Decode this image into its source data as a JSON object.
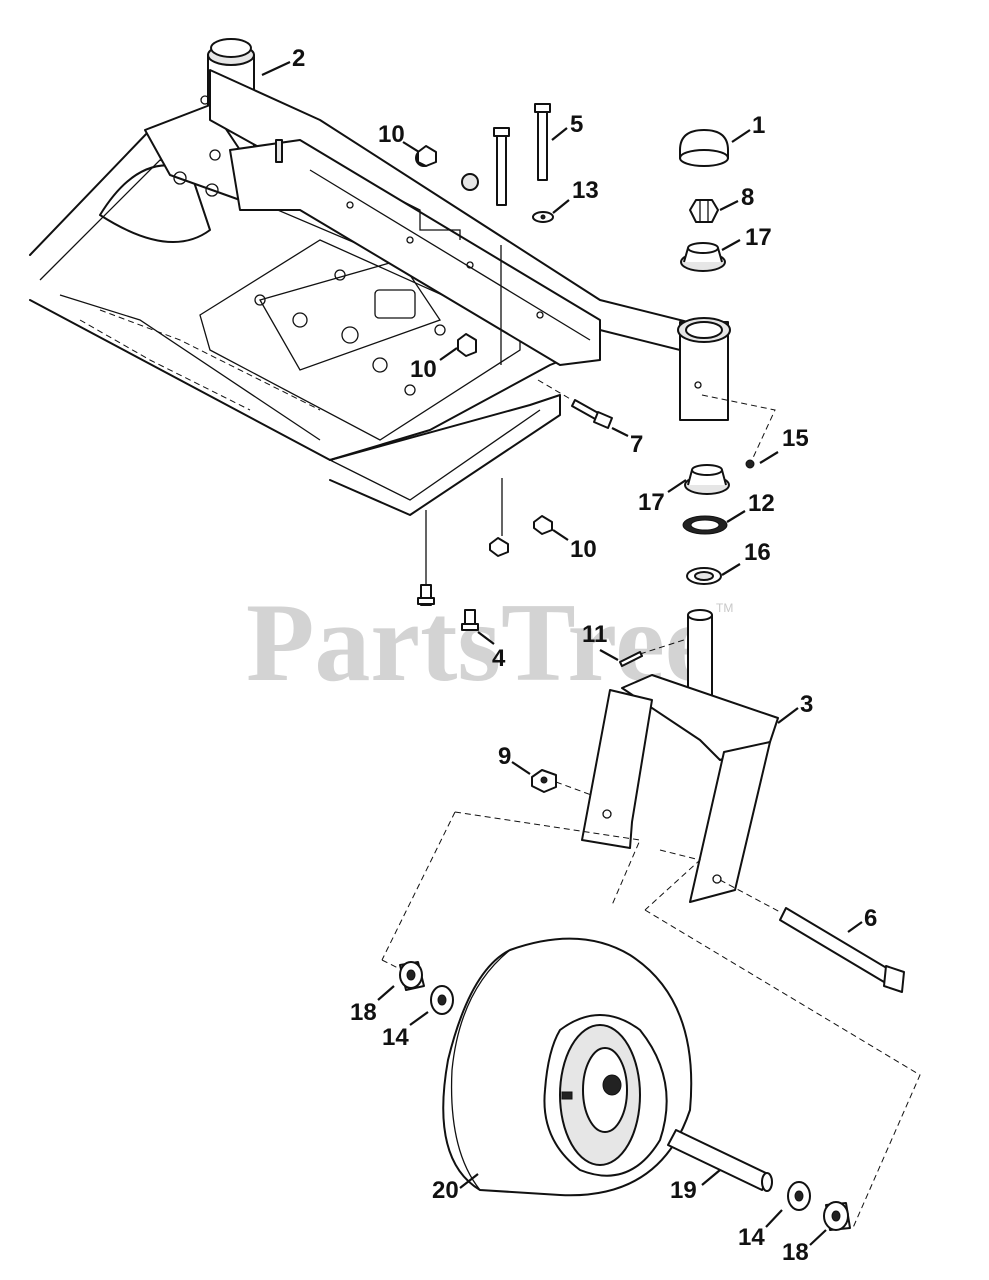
{
  "watermark": {
    "text": "PartsTree",
    "trademark": "TM"
  },
  "callouts": [
    "1",
    "2",
    "3",
    "4",
    "5",
    "6",
    "7",
    "8",
    "9",
    "10",
    "10",
    "10",
    "11",
    "12",
    "13",
    "14",
    "14",
    "15",
    "16",
    "17",
    "17",
    "18",
    "18",
    "19",
    "20"
  ]
}
